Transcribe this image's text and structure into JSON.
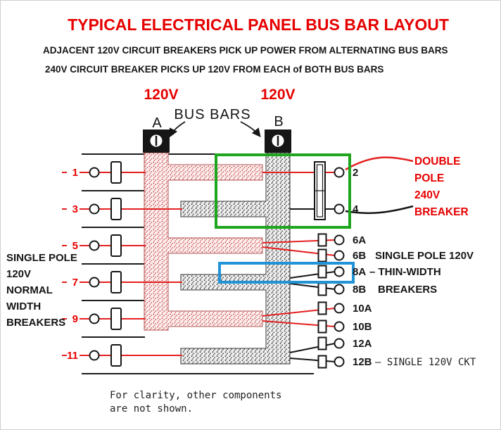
{
  "title": "TYPICAL ELECTRICAL PANEL BUS BAR LAYOUT",
  "subtitles": {
    "line1": "ADJACENT 120V  CIRCUIT BREAKERS PICK UP POWER FROM ALTERNATING BUS BARS",
    "line2": "240V CIRCUIT BREAKER PICKS UP 120V FROM EACH of BOTH BUS BARS"
  },
  "bus": {
    "label": "BUS BARS",
    "a": {
      "letter": "A",
      "voltage": "120V"
    },
    "b": {
      "letter": "B",
      "voltage": "120V"
    }
  },
  "left_circuits": [
    "1",
    "3",
    "5",
    "7",
    "9",
    "11"
  ],
  "right_circuits": [
    "2",
    "4",
    "6A",
    "6B",
    "8A",
    "8B",
    "10A",
    "10B",
    "12A",
    "12B"
  ],
  "labels": {
    "double_pole": {
      "l1": "DOUBLE",
      "l2": "POLE",
      "l3": "240V",
      "l4": "BREAKER"
    },
    "left_block": {
      "l1": "SINGLE POLE",
      "l2": "120V",
      "l3": "NORMAL",
      "l4": "WIDTH",
      "l5": "BREAKERS"
    },
    "thin": {
      "l1": "SINGLE POLE 120V",
      "l2": "– THIN-WIDTH",
      "l3": "BREAKERS"
    },
    "single_ckt": "– SINGLE 120V CKT",
    "footnote": {
      "l1": "For clarity, other components",
      "l2": "are not shown."
    }
  },
  "colors": {
    "accent_red": "#e60000",
    "wire_red": "#e42020",
    "highlight_green": "#1fa61f",
    "highlight_blue": "#2293d6",
    "ink": "#161616",
    "bus_a_dots": "#c94444",
    "bus_b_dots": "#3a3a3a"
  }
}
